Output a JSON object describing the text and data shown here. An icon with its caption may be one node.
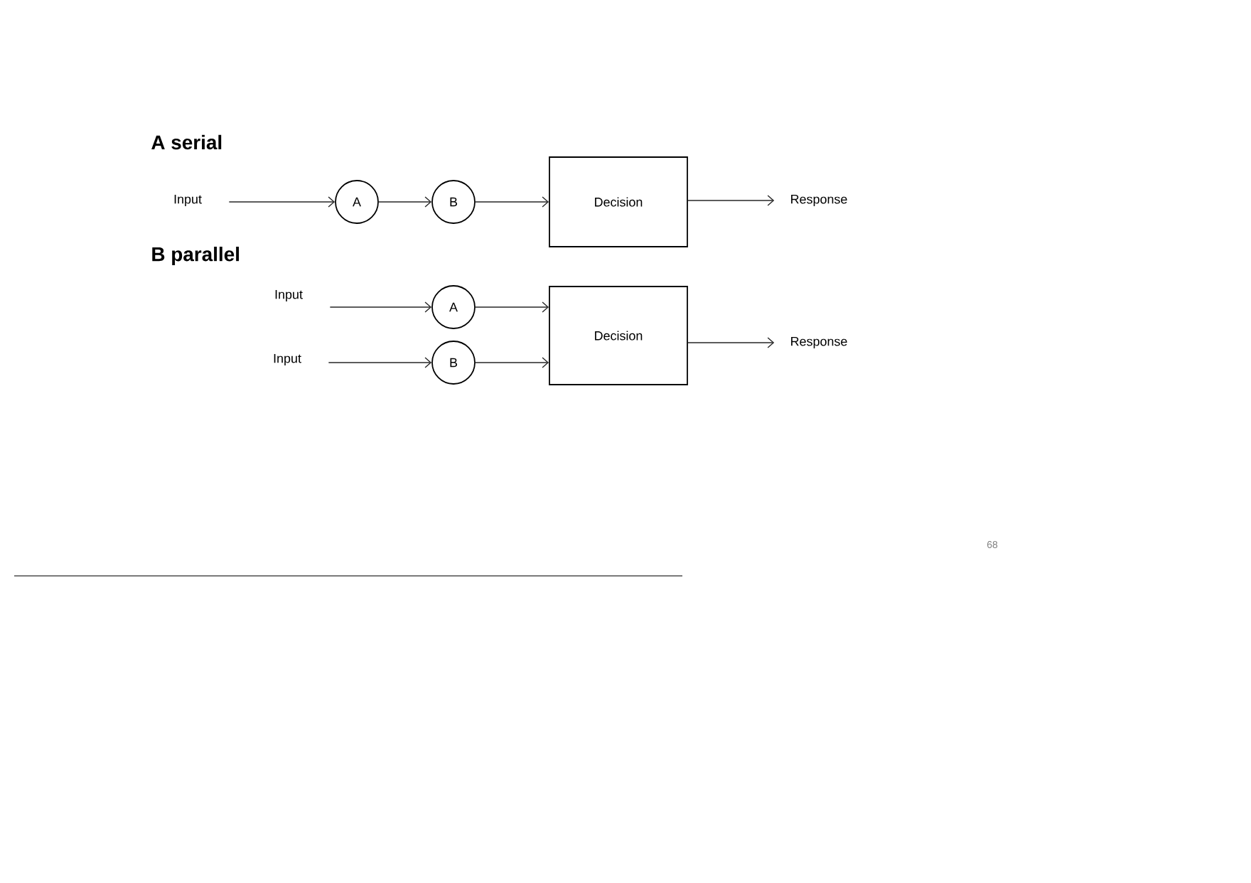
{
  "diagram": {
    "nodes": [
      {
        "text": [
          "Input"
        ]
      },
      {
        "text": [
          "A"
        ]
      },
      {
        "text": [
          "B"
        ]
      },
      {
        "text": [
          "Decision"
        ]
      },
      {
        "text": [
          "Response"
        ]
      },
      {
        "text": [
          "Input"
        ]
      },
      {
        "text": [
          "Input"
        ]
      },
      {
        "text": [
          "A"
        ]
      },
      {
        "text": [
          "B"
        ]
      },
      {
        "text": [
          "Decision"
        ]
      },
      {
        "text": [
          "Response"
        ]
      }
    ],
    "edges": [
      {
        "from": 0,
        "to": 1,
        "arrow": "to"
      },
      {
        "from": 1,
        "to": 2,
        "arrow": "to"
      },
      {
        "from": 2,
        "to": 3,
        "arrow": "to"
      },
      {
        "from": 3,
        "to": 4,
        "arrow": "to"
      },
      {
        "from": 5,
        "to": 7,
        "arrow": "to"
      },
      {
        "from": 6,
        "to": 8,
        "arrow": "to"
      },
      {
        "from": 7,
        "to": 9,
        "arrow": "to"
      },
      {
        "from": 8,
        "to": 9,
        "arrow": "to"
      },
      {
        "from": 9,
        "to": 10,
        "arrow": "to"
      }
    ],
    "labels": [
      "A serial",
      "B parallel",
      "68"
    ]
  }
}
